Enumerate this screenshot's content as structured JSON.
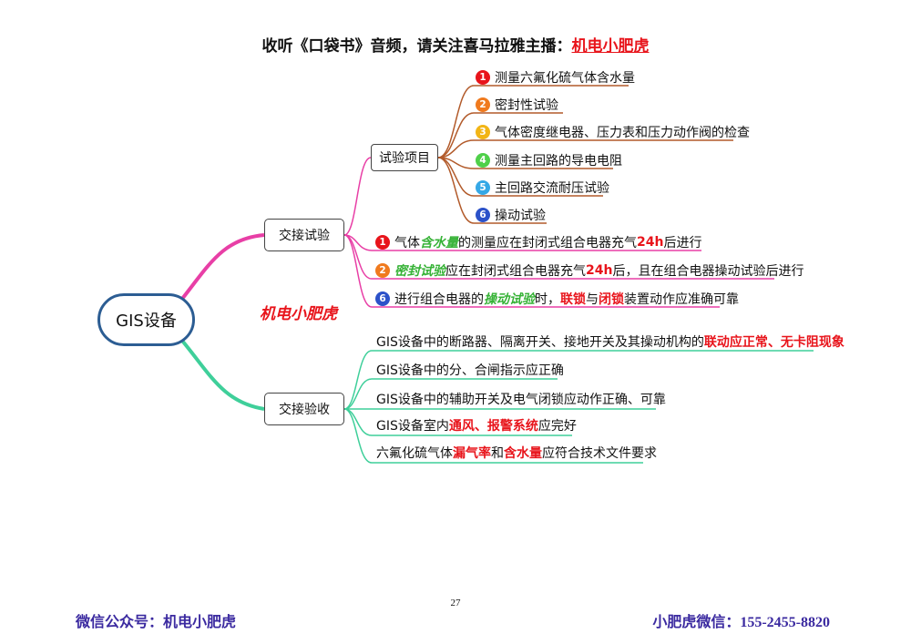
{
  "header": {
    "text": "收听《口袋书》音频，请关注喜马拉雅主播：",
    "brand": "机电小肥虎"
  },
  "root": {
    "label": "GIS设备"
  },
  "branches": {
    "jiaojie": {
      "label": "交接试验"
    },
    "yanshou": {
      "label": "交接验收"
    },
    "items": {
      "label": "试验项目"
    }
  },
  "test_items": [
    {
      "num": "1",
      "color": "#e8141b",
      "text": "测量六氟化硫气体含水量"
    },
    {
      "num": "2",
      "color": "#f07a1e",
      "text": "密封性试验"
    },
    {
      "num": "3",
      "color": "#f2b516",
      "text": "气体密度继电器、压力表和压力动作阀的检查"
    },
    {
      "num": "4",
      "color": "#4fd04a",
      "text": "测量主回路的导电电阻"
    },
    {
      "num": "5",
      "color": "#35a8e6",
      "text": "主回路交流耐压试验"
    },
    {
      "num": "6",
      "color": "#2c52c9",
      "text": "操动试验"
    }
  ],
  "notes": {
    "n1": {
      "num": "1",
      "color": "#e8141b",
      "a": "气体",
      "hl": "含水量",
      "b": "的测量应在封闭式组合电器充气",
      "h2": "24h",
      "c": "后进行"
    },
    "n2": {
      "num": "2",
      "color": "#f07a1e",
      "hl": "密封试验",
      "a": "应在封闭式组合电器充气",
      "h2": "24h",
      "b": "后，且在组合电器操动试验后进行"
    },
    "n3": {
      "num": "6",
      "color": "#2c52c9",
      "a": "进行组合电器的",
      "hl": "操动试验",
      "b": "时，",
      "r1": "联锁",
      "c": "与",
      "r2": "闭锁",
      "d": "装置动作应准确可靠"
    }
  },
  "acceptance": {
    "a1": {
      "a": "GIS设备中的断路器、隔离开关、接地开关及其操动机构的",
      "r": "联动应正常、无卡阻现象"
    },
    "a2": {
      "a": "GIS设备中的分、合闸指示应正确"
    },
    "a3": {
      "a": "GIS设备中的辅助开关及电气闭锁应动作正确、可靠"
    },
    "a4": {
      "a": "GIS设备室内",
      "r": "通风、报警系统",
      "b": "应完好"
    },
    "a5": {
      "a": "六氟化硫气体",
      "r1": "漏气率",
      "b": "和",
      "r2": "含水量",
      "c": "应符合技术文件要求"
    }
  },
  "watermark": "机电小肥虎",
  "page_number": "27",
  "footer": {
    "left": "微信公众号：机电小肥虎",
    "right": "小肥虎微信：155-2455-8820"
  },
  "colors": {
    "pink": "#e83fa6",
    "teal": "#3fcf9a",
    "brown": "#b25a2a",
    "red": "#e8141b",
    "green": "#36b236",
    "footer": "#3b2aa0",
    "root_border": "#2c5d93"
  }
}
